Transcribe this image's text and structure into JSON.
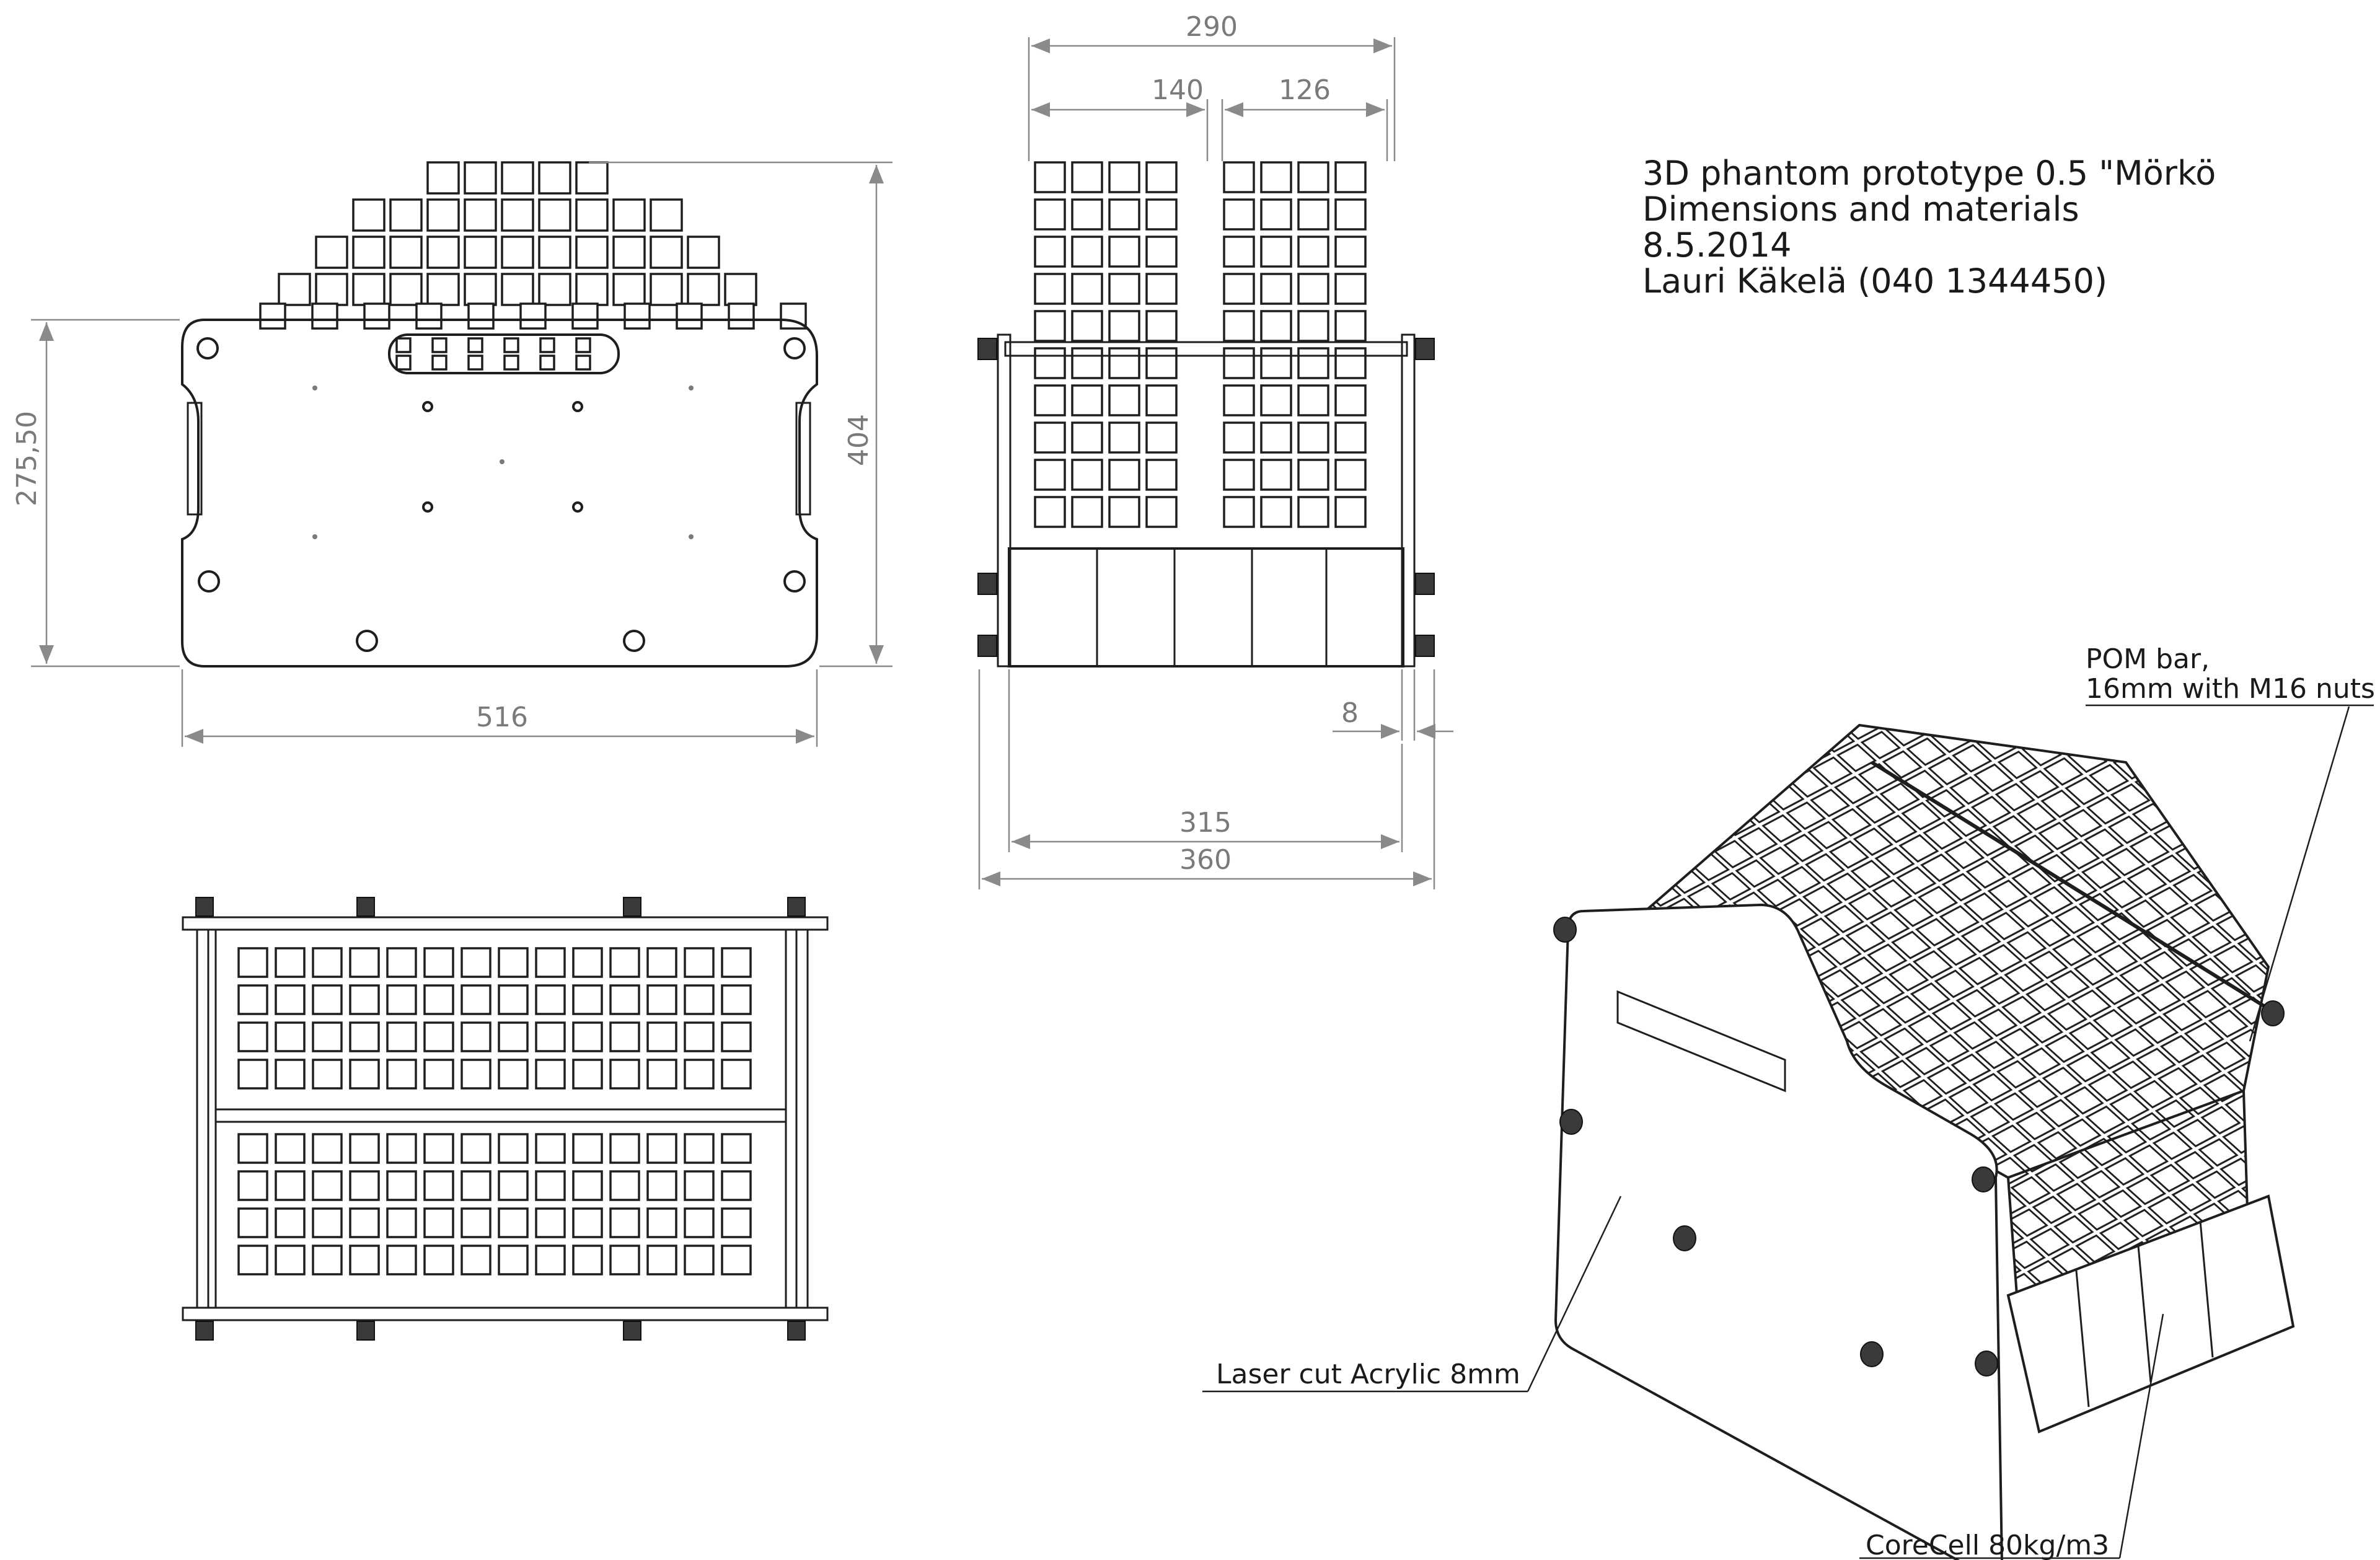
{
  "title_block": {
    "line1": "3D phantom prototype 0.5 \"Mörkö",
    "line2": "Dimensions and materials",
    "line3": "8.5.2014",
    "line4": "Lauri Käkelä (040 1344450)"
  },
  "dimensions": {
    "front_height": "275,50",
    "front_total_height": "404",
    "front_width": "516",
    "side_total_width": "290",
    "side_left_lattice": "140",
    "side_right_lattice": "126",
    "side_plate_thickness": "8",
    "side_inner_width": "315",
    "side_outer_width": "360"
  },
  "callouts": {
    "pom_bar_line1": "POM bar,",
    "pom_bar_line2": "16mm with M16 nuts",
    "acrylic": "Laser cut Acrylic 8mm",
    "corecell": "CoreCell 80kg/m3"
  }
}
